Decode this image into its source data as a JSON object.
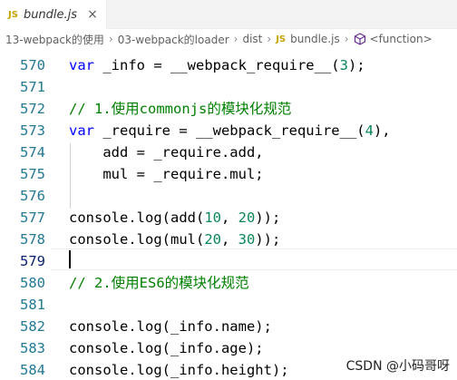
{
  "tab": {
    "badge": "JS",
    "title": "bundle.js",
    "close_glyph": "×"
  },
  "breadcrumb": {
    "items": [
      "13-webpack的使用",
      "03-webpack的loader",
      "dist",
      "bundle.js",
      "<function>"
    ],
    "separator": "›",
    "file_badge": "JS"
  },
  "editor": {
    "lines": [
      {
        "number": "570",
        "code": "var _info = __webpack_require__(3);"
      },
      {
        "number": "571",
        "code": ""
      },
      {
        "number": "572",
        "code": "// 1.使用commonjs的模块化规范"
      },
      {
        "number": "573",
        "code": "var _require = __webpack_require__(4),"
      },
      {
        "number": "574",
        "code": "    add = _require.add,"
      },
      {
        "number": "575",
        "code": "    mul = _require.mul;"
      },
      {
        "number": "576",
        "code": ""
      },
      {
        "number": "577",
        "code": "console.log(add(10, 20));"
      },
      {
        "number": "578",
        "code": "console.log(mul(20, 30));"
      },
      {
        "number": "579",
        "code": ""
      },
      {
        "number": "580",
        "code": "// 2.使用ES6的模块化规范"
      },
      {
        "number": "581",
        "code": ""
      },
      {
        "number": "582",
        "code": "console.log(_info.name);"
      },
      {
        "number": "583",
        "code": "console.log(_info.age);"
      },
      {
        "number": "584",
        "code": "console.log(_info.height);"
      }
    ],
    "active_line": "579"
  },
  "watermark": "CSDN @小码哥呀",
  "colors": {
    "keyword": "#0000ff",
    "comment": "#008000",
    "number": "#098658",
    "line_number": "#237893",
    "js_badge": "#c7a400",
    "function_icon": "#652d90"
  },
  "icons": {
    "close": "close-icon",
    "function": "cube-icon"
  }
}
